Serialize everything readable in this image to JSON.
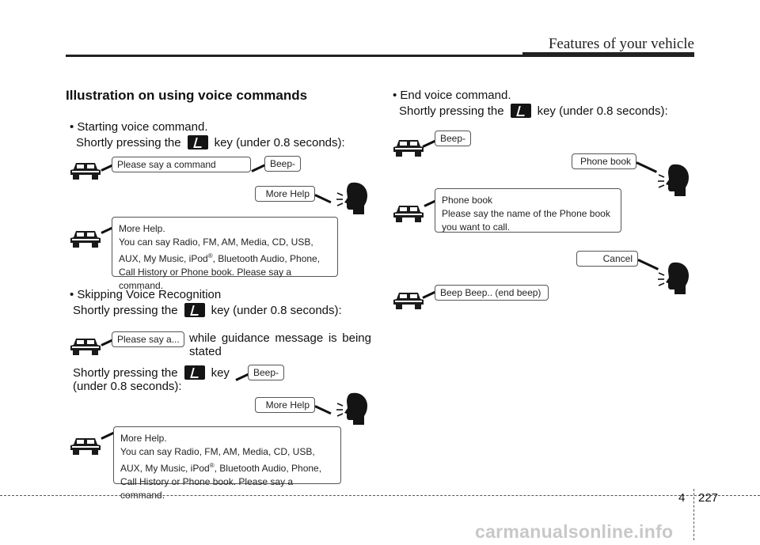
{
  "header": {
    "title": "Features of your vehicle"
  },
  "section_title": "Illustration on using voice commands",
  "starting": {
    "bullet": "• Starting voice command.",
    "line_pre": "Shortly pressing the",
    "line_post": "key (under 0.8 seconds):",
    "system_prompt": "Please say a command",
    "beep": "Beep-",
    "user_cmd": "More Help",
    "help_title": "More Help.",
    "help_text_1": "You can say Radio, FM, AM, Media, CD, USB, AUX, My Music, iPod",
    "help_reg": "®",
    "help_text_2": ", Bluetooth Audio, Phone, Call History or Phone book. Please say a command."
  },
  "skipping": {
    "bullet": "• Skipping Voice Recognition",
    "line_pre": "Shortly pressing the",
    "line_post": "key (under 0.8 seconds):",
    "system_prompt": "Please say a...",
    "note": "while guidance message is being stated",
    "line2_pre": "Shortly pressing the",
    "line2_post": "key",
    "line2_sub": "(under 0.8 seconds):",
    "beep": "Beep-",
    "user_cmd": "More Help",
    "help_title": "More Help.",
    "help_text_1": "You can say Radio, FM, AM, Media, CD, USB, AUX, My Music, iPod",
    "help_reg": "®",
    "help_text_2": ", Bluetooth Audio, Phone, Call History or Phone book. Please say a command."
  },
  "ending": {
    "bullet": "• End voice command.",
    "line_pre": "Shortly pressing the",
    "line_post": "key (under 0.8 seconds):",
    "beep": "Beep-",
    "user_cmd_1": "Phone book",
    "response_title": "Phone book",
    "response_text": "Please say the name of the Phone book you want to call.",
    "user_cmd_2": "Cancel",
    "end_beep": "Beep Beep.. (end beep)"
  },
  "footer": {
    "chapter": "4",
    "page": "227",
    "watermark": "carmanualsonline.info"
  },
  "icons": {
    "car": "car-icon",
    "speaker": "speaking-head-icon",
    "talk_key": "talk-key-icon"
  }
}
